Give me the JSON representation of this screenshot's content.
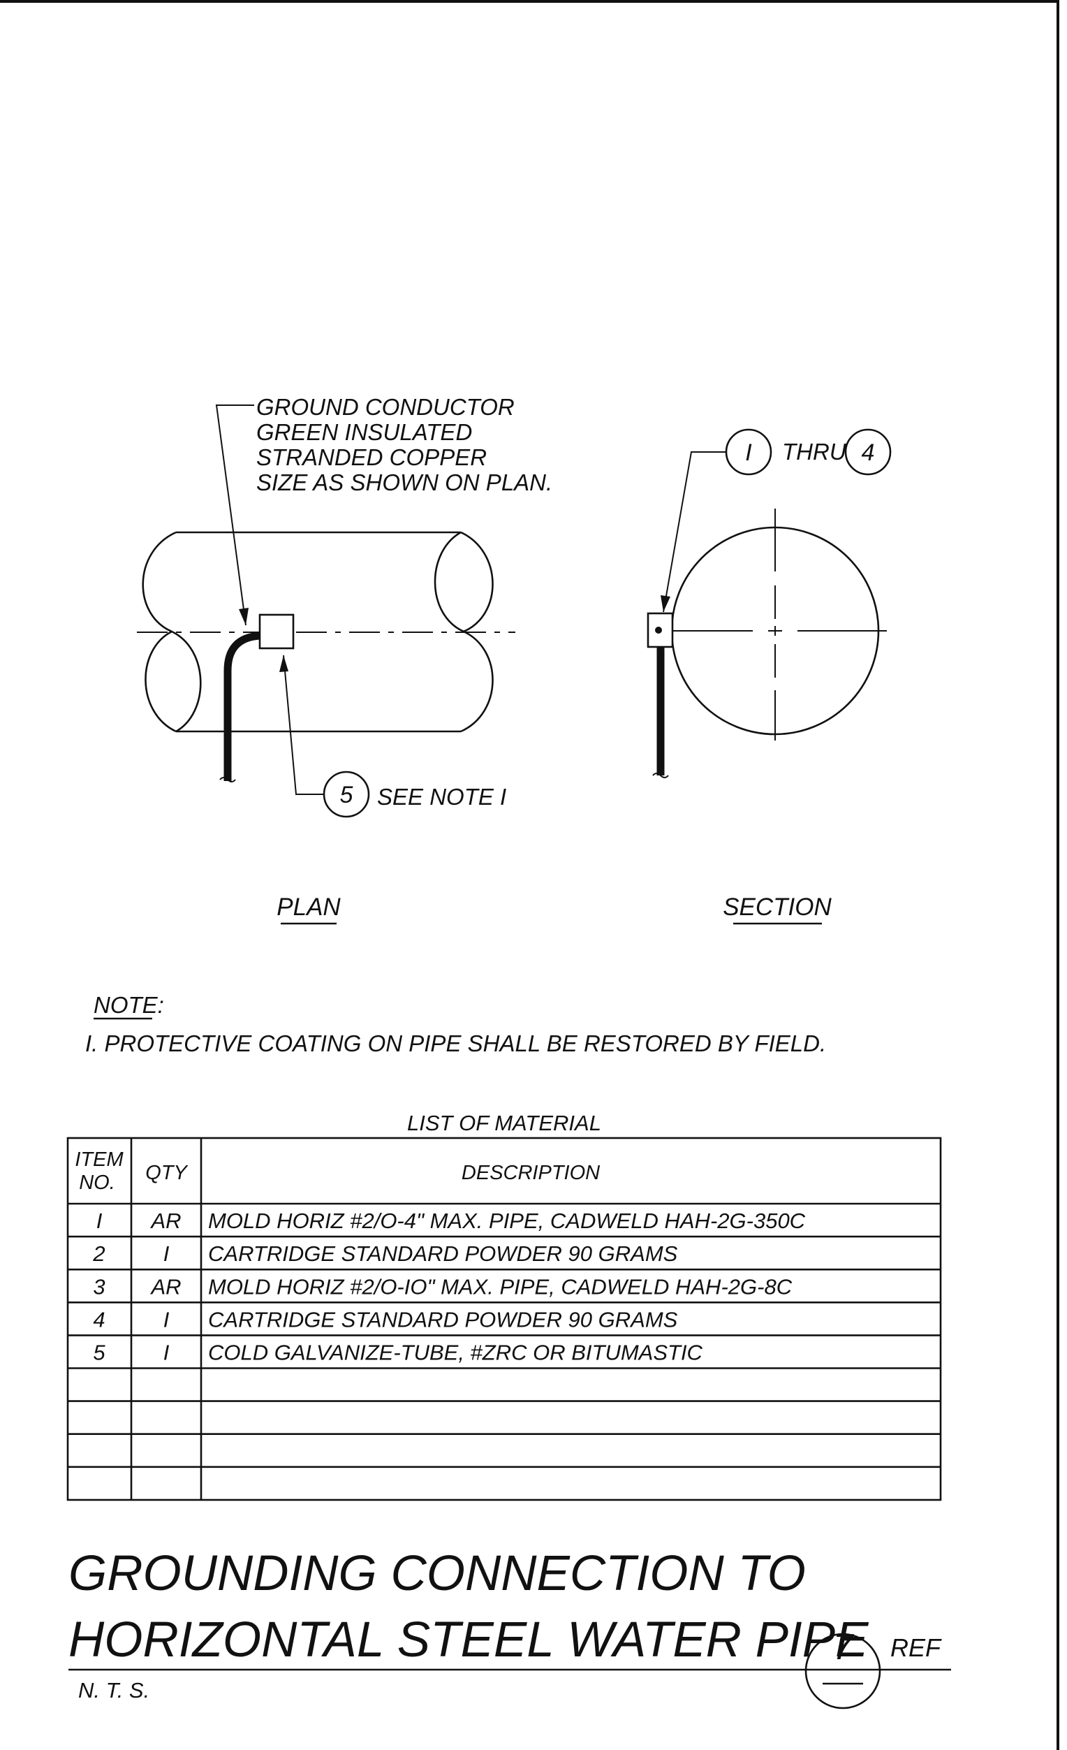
{
  "plan": {
    "conductor_note": [
      "GROUND CONDUCTOR",
      "GREEN INSULATED",
      "STRANDED COPPER",
      "SIZE AS SHOWN ON PLAN."
    ],
    "callout_5_number": "5",
    "callout_5_text": "SEE NOTE I",
    "view_label": "PLAN"
  },
  "section": {
    "callout_from": "I",
    "callout_thru": "THRU",
    "callout_to": "4",
    "view_label": "SECTION"
  },
  "notes": {
    "heading": "NOTE:",
    "items": [
      "I.  PROTECTIVE COATING ON PIPE SHALL BE RESTORED BY FIELD."
    ]
  },
  "material_table": {
    "title": "LIST OF MATERIAL",
    "headers": {
      "item_line1": "ITEM",
      "item_line2": "NO.",
      "qty": "QTY",
      "description": "DESCRIPTION"
    },
    "rows": [
      {
        "item": "I",
        "qty": "AR",
        "description": "MOLD HORIZ #2/O-4\" MAX. PIPE,  CADWELD HAH-2G-350C"
      },
      {
        "item": "2",
        "qty": "I",
        "description": "CARTRIDGE STANDARD POWDER 90 GRAMS"
      },
      {
        "item": "3",
        "qty": "AR",
        "description": "MOLD HORIZ #2/O-IO\" MAX. PIPE,  CADWELD HAH-2G-8C"
      },
      {
        "item": "4",
        "qty": "I",
        "description": "CARTRIDGE STANDARD POWDER 90 GRAMS"
      },
      {
        "item": "5",
        "qty": "I",
        "description": "COLD GALVANIZE-TUBE,  #ZRC OR BITUMASTIC"
      },
      {
        "item": "",
        "qty": "",
        "description": ""
      },
      {
        "item": "",
        "qty": "",
        "description": ""
      },
      {
        "item": "",
        "qty": "",
        "description": ""
      },
      {
        "item": "",
        "qty": "",
        "description": ""
      }
    ]
  },
  "title_block": {
    "title_line1": "GROUNDING CONNECTION TO",
    "title_line2": "HORIZONTAL STEEL WATER PIPE",
    "scale": "N. T. S.",
    "detail_number": "7",
    "sheet_ref": "REF"
  }
}
